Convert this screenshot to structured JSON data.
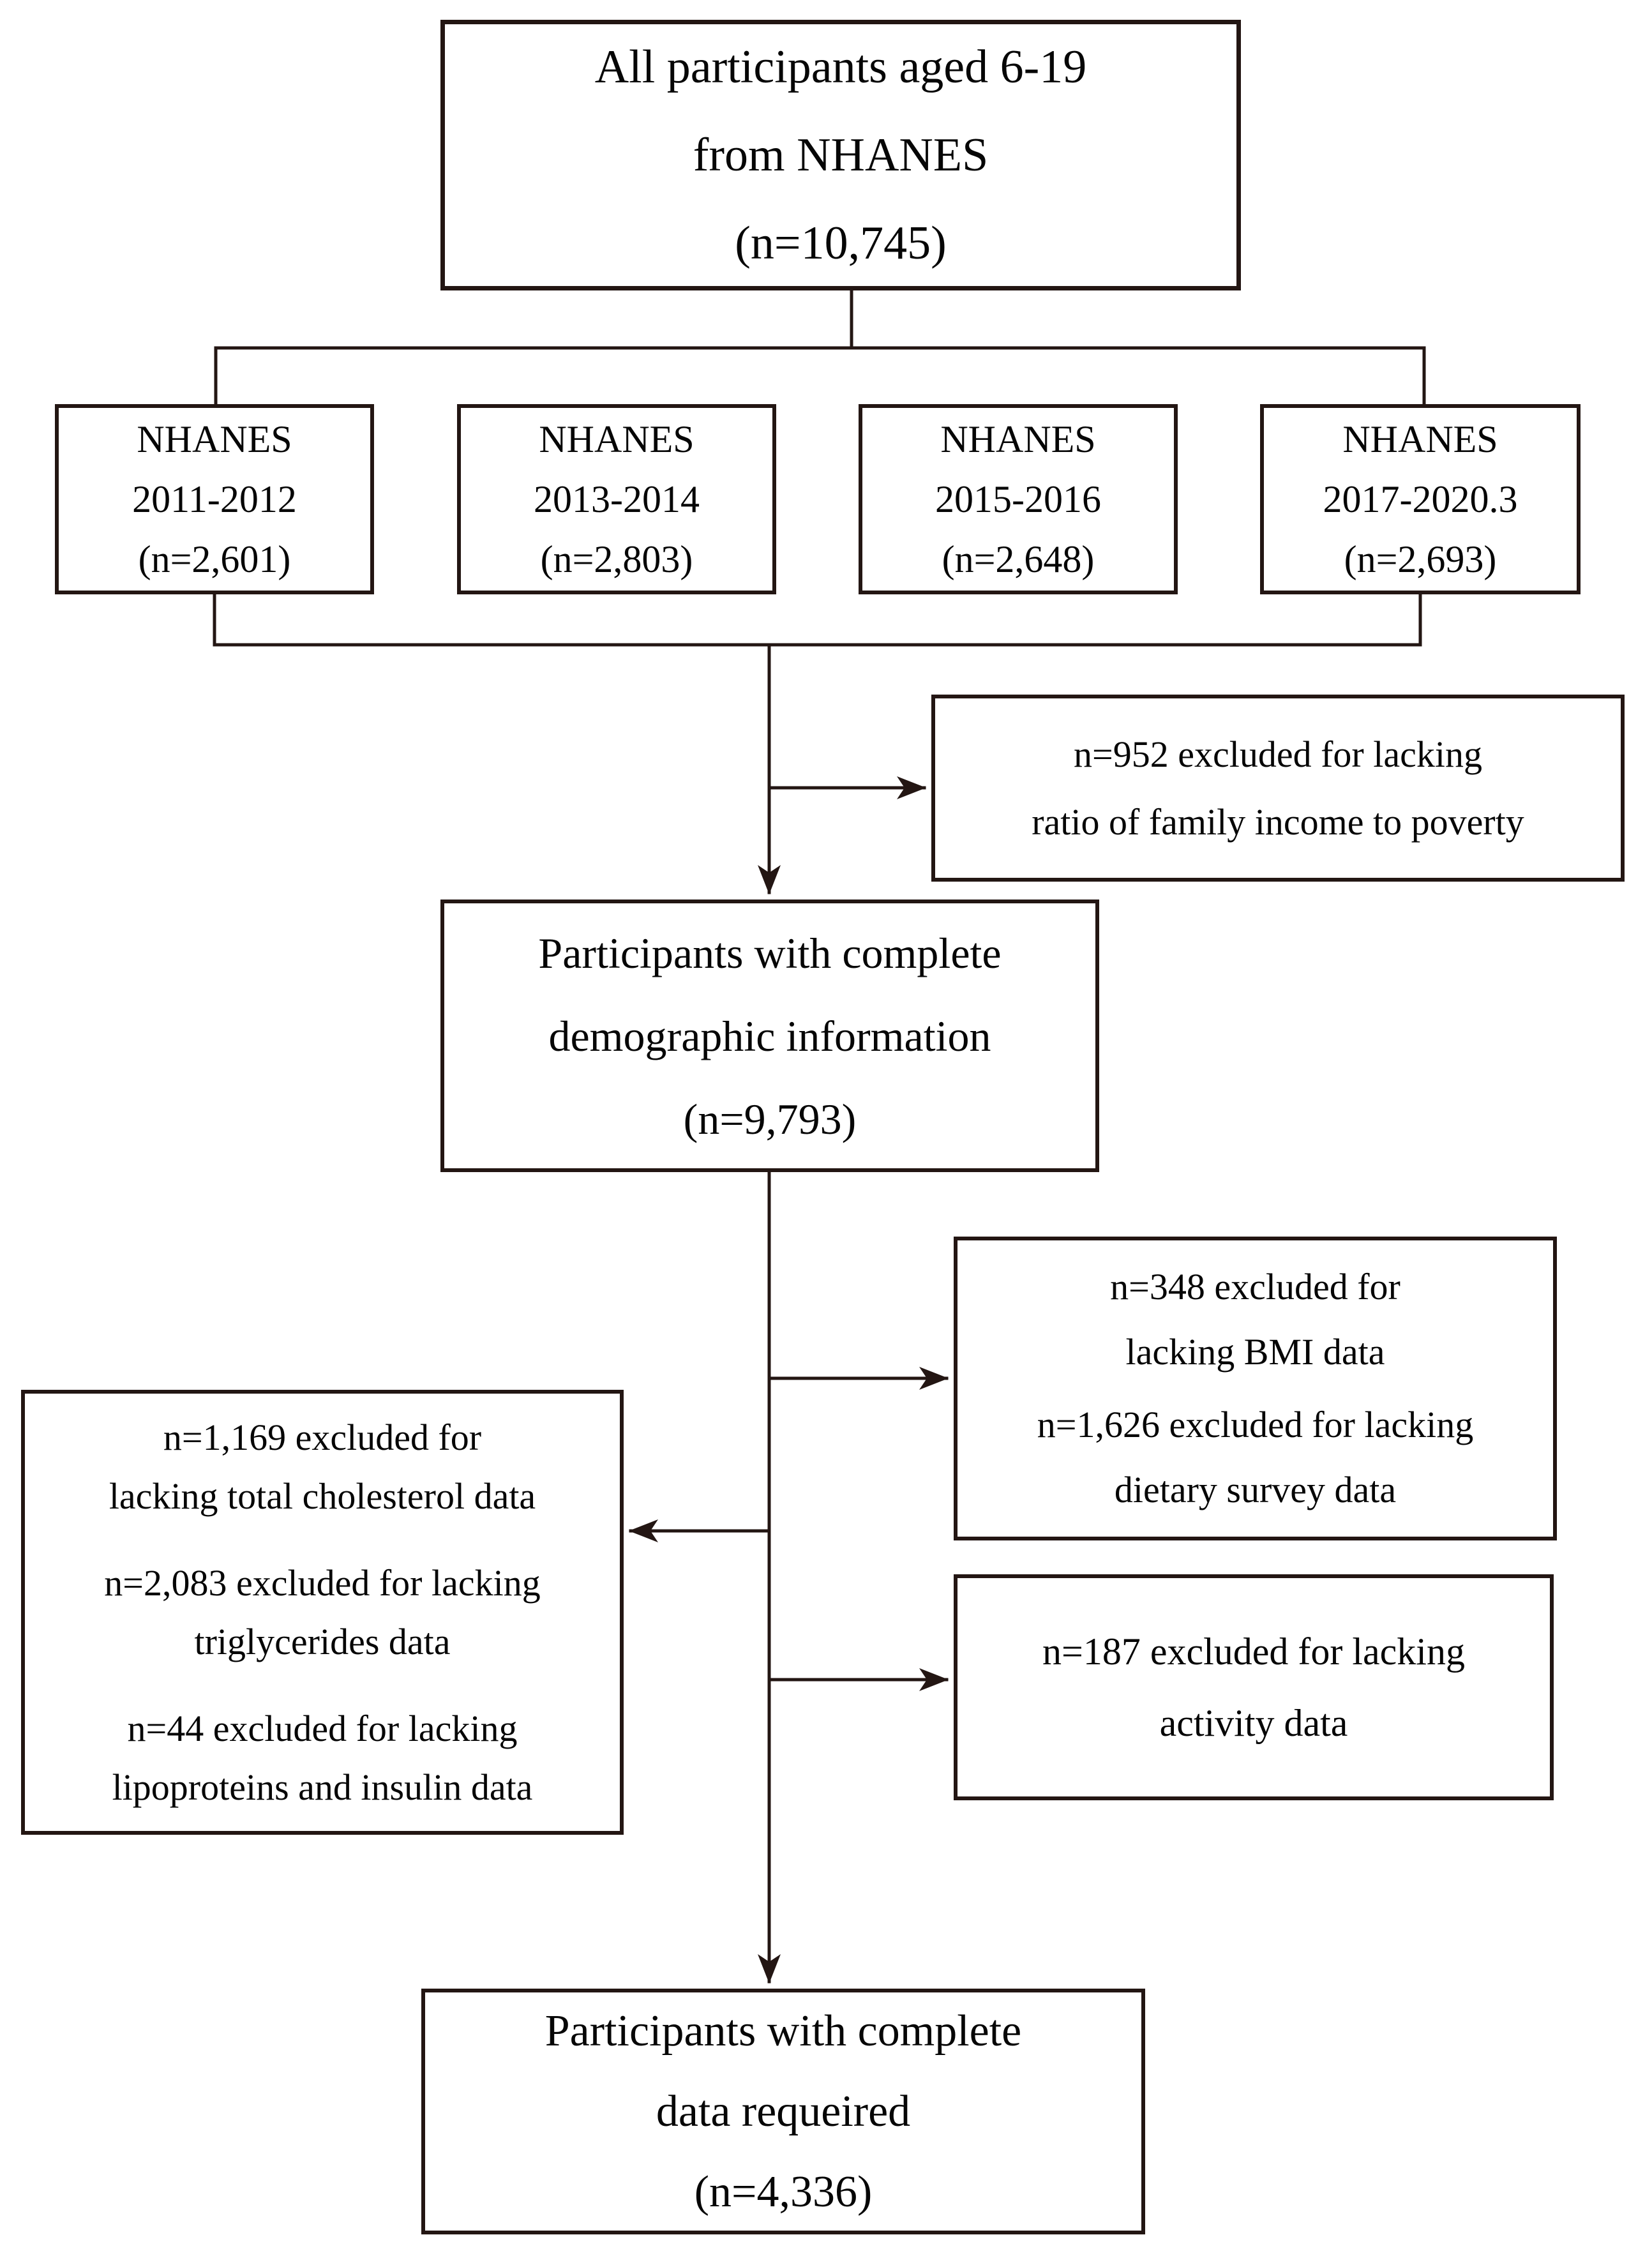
{
  "colors": {
    "line": "#231613",
    "text": "#060606",
    "box_background": "#ffffff",
    "page_background": "#ffffff"
  },
  "flowchart": {
    "top_box": {
      "lines": [
        "All participants aged 6-19",
        "from NHANES",
        "(n=10,745)"
      ]
    },
    "cohorts": [
      {
        "lines": [
          "NHANES",
          "2011-2012",
          "(n=2,601)"
        ]
      },
      {
        "lines": [
          "NHANES",
          "2013-2014",
          "(n=2,803)"
        ]
      },
      {
        "lines": [
          "NHANES",
          "2015-2016",
          "(n=2,648)"
        ]
      },
      {
        "lines": [
          "NHANES",
          "2017-2020.3",
          "(n=2,693)"
        ]
      }
    ],
    "exclusion_income": {
      "lines": [
        "n=952 excluded for lacking",
        "ratio of family income to poverty"
      ]
    },
    "demographic_box": {
      "lines": [
        "Participants with complete",
        "demographic information",
        "(n=9,793)"
      ]
    },
    "exclusion_bmi_diet": {
      "entries": [
        {
          "lines": [
            "n=348 excluded for",
            "lacking BMI data"
          ]
        },
        {
          "lines": [
            "n=1,626 excluded for lacking",
            "dietary survey data"
          ]
        }
      ]
    },
    "exclusion_labs": {
      "entries": [
        {
          "lines": [
            "n=1,169 excluded for",
            "lacking total cholesterol data"
          ]
        },
        {
          "lines": [
            "n=2,083 excluded for lacking",
            "triglycerides data"
          ]
        },
        {
          "lines": [
            "n=44 excluded for lacking",
            "lipoproteins and insulin data"
          ]
        }
      ]
    },
    "exclusion_activity": {
      "lines": [
        "n=187 excluded for lacking",
        "activity data"
      ]
    },
    "final_box": {
      "lines": [
        "Participants with complete",
        "data requeired",
        "(n=4,336)"
      ]
    }
  }
}
